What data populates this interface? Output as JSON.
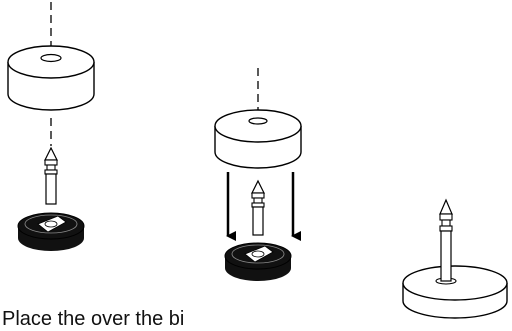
{
  "caption": "Place the over the bi",
  "colors": {
    "stroke": "#000000",
    "fill_white": "#ffffff",
    "fill_black": "#111111"
  },
  "steps": [
    {
      "name": "step-1",
      "description": "white puck lifted above the black-base pin"
    },
    {
      "name": "step-2",
      "description": "white puck being lowered onto the pin, arrows pointing down"
    },
    {
      "name": "step-3",
      "description": "assembled white base with pin"
    }
  ]
}
